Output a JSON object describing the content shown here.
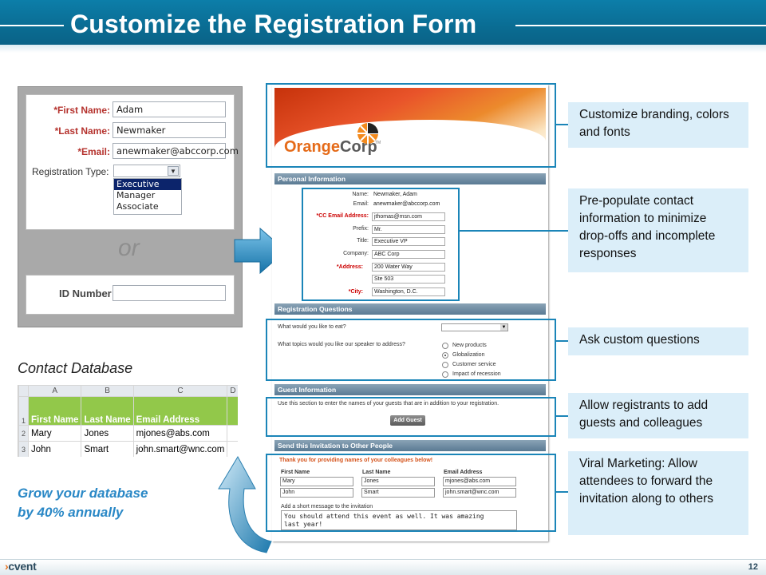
{
  "header": {
    "title": "Customize the Registration Form"
  },
  "footer": {
    "logo": "cvent",
    "page": "12"
  },
  "left_form": {
    "first_name_label": "*First Name:",
    "first_name_value": "Adam",
    "last_name_label": "*Last Name:",
    "last_name_value": "Newmaker",
    "email_label": "*Email:",
    "email_value": "anewmaker@abccorp.com",
    "reg_type_label": "Registration Type:",
    "reg_options": [
      "Executive",
      "Manager",
      "Associate"
    ],
    "or_text": "or",
    "id_label": "ID Number:"
  },
  "contact_db": {
    "title": "Contact Database",
    "col_letters": [
      "A",
      "B",
      "C",
      "D"
    ],
    "row_numbers": [
      "1",
      "2",
      "3"
    ],
    "headers": [
      "First Name",
      "Last Name",
      "Email Address"
    ],
    "rows": [
      [
        "Mary",
        "Jones",
        "mjones@abs.com"
      ],
      [
        "John",
        "Smart",
        "john.smart@wnc.com"
      ]
    ],
    "grow_line1": "Grow your database",
    "grow_line2": "by 40% annually"
  },
  "reg_form": {
    "brand_orange": "Orange",
    "brand_corp": "Corp",
    "brand_tm": "TM",
    "sec_personal": "Personal Information",
    "name_label": "Name:",
    "name_value": "Newmaker, Adam",
    "email_label": "Email:",
    "email_value": "anewmaker@abccorp.com",
    "cc_label": "*CC Email Address:",
    "cc_value": "jthomas@msn.com",
    "prefix_label": "Prefix:",
    "prefix_value": "Mr.",
    "title_label": "Title:",
    "title_value": "Executive VP",
    "company_label": "Company:",
    "company_value": "ABC Corp",
    "address_label": "*Address:",
    "address_value1": "200 Water Way",
    "address_value2": "Ste 503",
    "city_label": "*City:",
    "city_value": "Washington, D.C.",
    "sec_questions": "Registration Questions",
    "q1": "What would you like to eat?",
    "q2": "What topics would you like our speaker to address?",
    "topics": [
      "New products",
      "Globalization",
      "Customer service",
      "Impact of recession"
    ],
    "selected_topic": "Globalization",
    "sec_guest": "Guest Information",
    "guest_text": "Use this section to enter the names of your guests that are in addition to your registration.",
    "add_guest": "Add Guest",
    "sec_invite": "Send this Invitation to Other People",
    "thanks": "Thank you for providing names of your colleagues below!",
    "col_first": "First Name",
    "col_last": "Last Name",
    "col_email": "Email Address",
    "invitees": [
      [
        "Mary",
        "Jones",
        "mjones@abs.com"
      ],
      [
        "John",
        "Smart",
        "john.smart@wnc.com"
      ]
    ],
    "msg_label": "Add a short message to the invitation",
    "msg_line1": "You should attend this event as well. It was amazing",
    "msg_line2": "last year!"
  },
  "callouts": [
    "Customize branding, colors and fonts",
    "Pre-populate contact information to minimize drop-offs and incomplete responses",
    "Ask custom questions",
    "Allow registrants to add guests and colleagues",
    "Viral Marketing: Allow attendees to forward  the invitation along to others"
  ],
  "colors": {
    "accent": "#1b85b8",
    "header": "#0a6a90",
    "callout_bg": "#dbeef9",
    "excel_header": "#92c84a",
    "grow_text": "#2a88c6"
  }
}
